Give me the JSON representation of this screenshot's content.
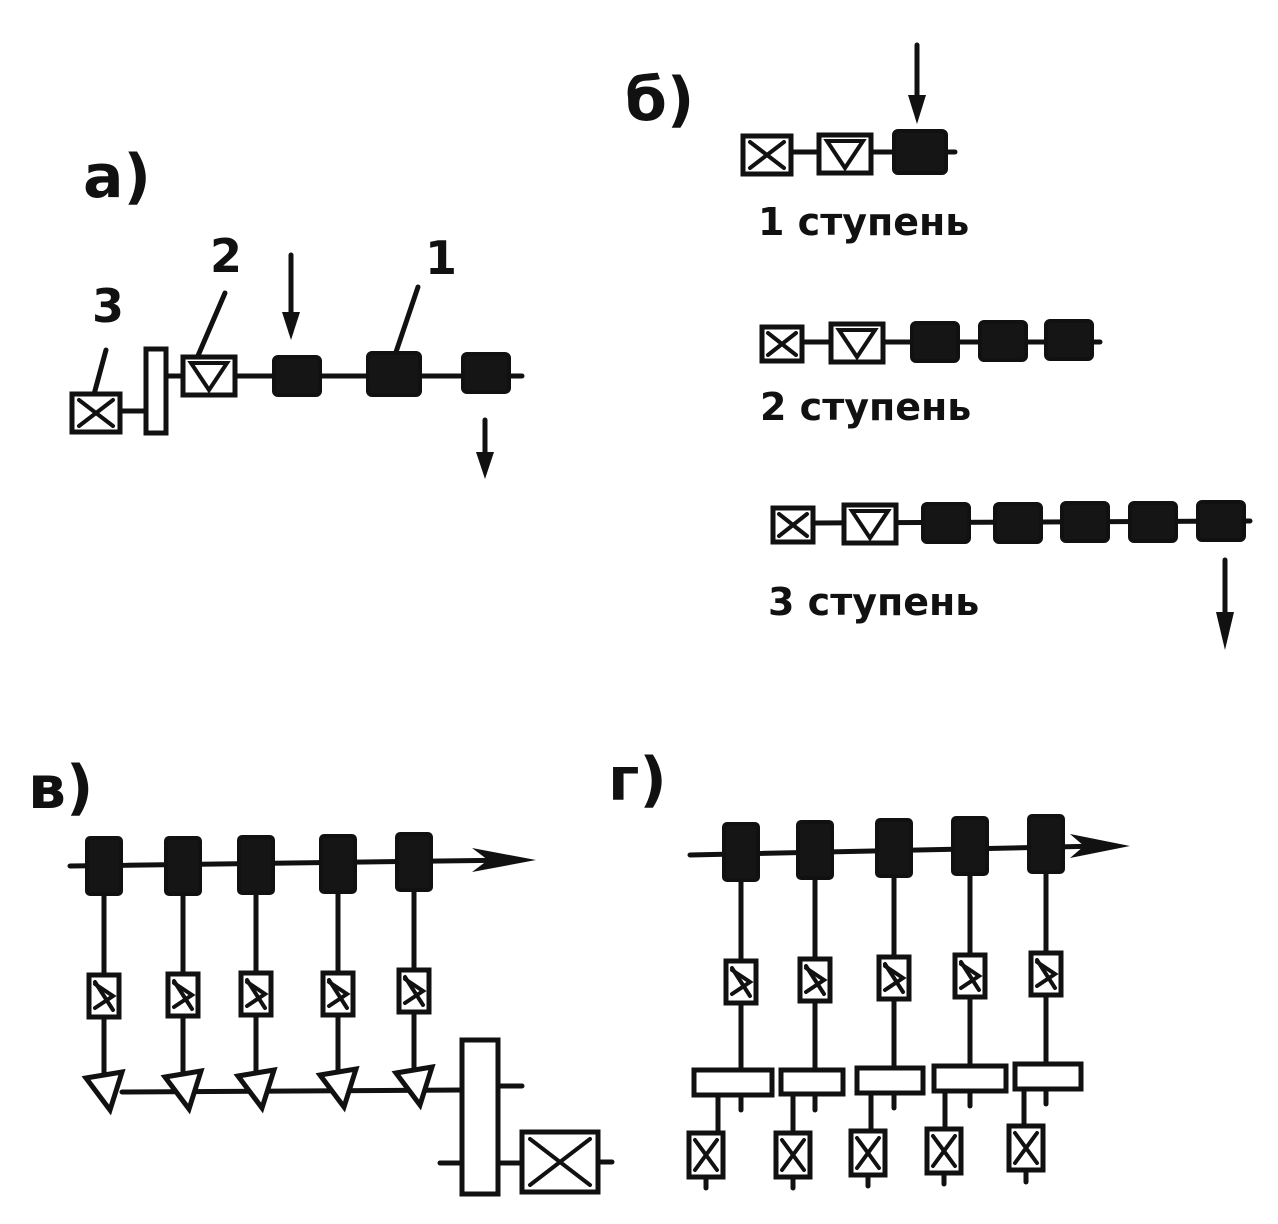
{
  "panels": {
    "a": {
      "label": "а)"
    },
    "b": {
      "label": "б)"
    },
    "v": {
      "label": "в)"
    },
    "g": {
      "label": "г)"
    }
  },
  "callouts": {
    "c1": "1",
    "c2": "2",
    "c3": "3"
  },
  "stages": {
    "s1": "1 ступень",
    "s2": "2 ступень",
    "s3": "3 ступень"
  }
}
